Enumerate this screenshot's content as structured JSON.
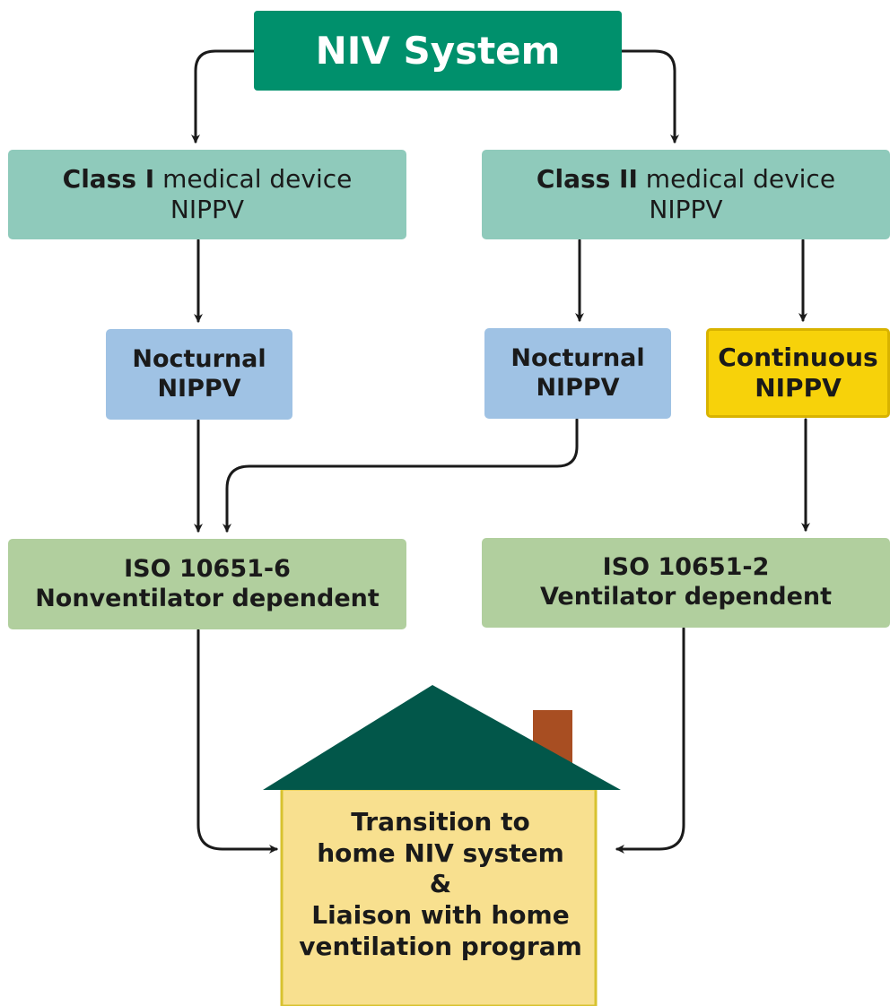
{
  "title": "NIV System",
  "class_one": {
    "bold": "Class I",
    "rest": " medical device",
    "sub": "NIPPV"
  },
  "class_two": {
    "bold": "Class II",
    "rest": " medical device",
    "sub": "NIPPV"
  },
  "nocturnal_left": {
    "line1": "Nocturnal",
    "line2": "NIPPV"
  },
  "nocturnal_right": {
    "line1": "Nocturnal",
    "line2": "NIPPV"
  },
  "continuous": {
    "line1": "Continuous",
    "line2": "NIPPV"
  },
  "iso_nonvent": {
    "line1": "ISO 10651-6",
    "line2": "Nonventilator dependent"
  },
  "iso_vent": {
    "line1": "ISO 10651-2",
    "line2": "Ventilator dependent"
  },
  "home": {
    "lines": [
      "Transition to",
      "home NIV system",
      "&",
      "Liaison with home",
      "ventilation program"
    ]
  },
  "colors": {
    "title_bg": "#00906c",
    "class_bg": "#8fcabb",
    "nocturnal_bg": "#9fc2e4",
    "continuous_bg": "#f7d20a",
    "iso_bg": "#b1cf9e",
    "roof": "#02574a",
    "chimney": "#a84e22",
    "house_wall": "#f8e08f",
    "arrow": "#1a1a1a"
  }
}
